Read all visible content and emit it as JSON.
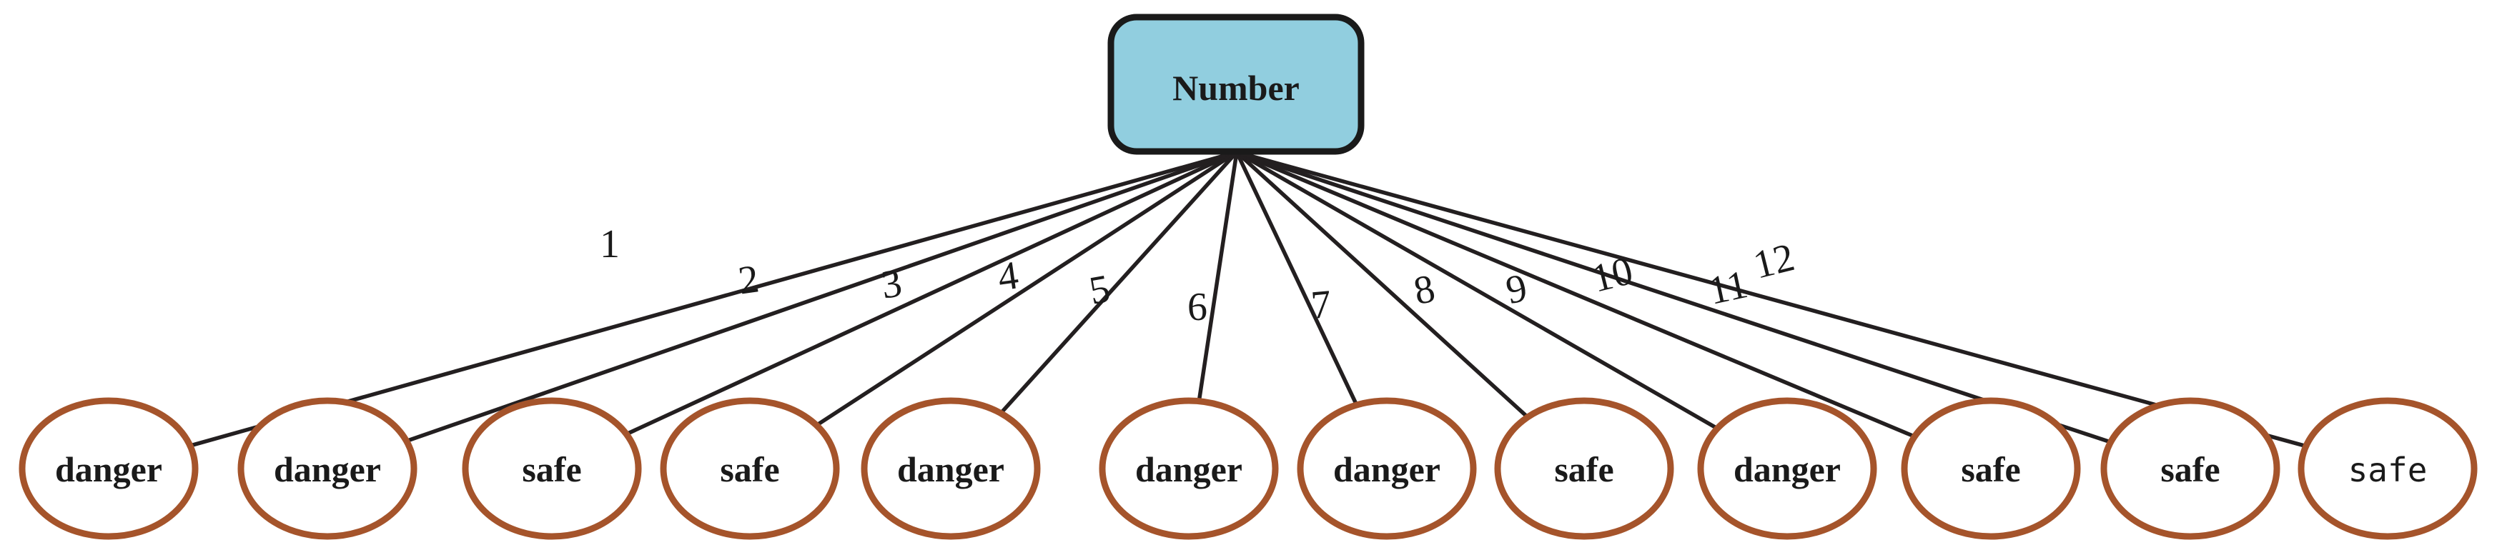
{
  "figure": {
    "type": "decision-tree",
    "root": {
      "label": "Number"
    },
    "branches": [
      {
        "edge_label": "1",
        "leaf_label": "danger"
      },
      {
        "edge_label": "2",
        "leaf_label": "danger"
      },
      {
        "edge_label": "3",
        "leaf_label": "safe"
      },
      {
        "edge_label": "4",
        "leaf_label": "safe"
      },
      {
        "edge_label": "5",
        "leaf_label": "danger"
      },
      {
        "edge_label": "6",
        "leaf_label": "danger"
      },
      {
        "edge_label": "7",
        "leaf_label": "danger"
      },
      {
        "edge_label": "8",
        "leaf_label": "safe"
      },
      {
        "edge_label": "9",
        "leaf_label": "danger"
      },
      {
        "edge_label": "10",
        "leaf_label": "safe"
      },
      {
        "edge_label": "11",
        "leaf_label": "safe"
      },
      {
        "edge_label": "12",
        "leaf_label": "safe"
      }
    ]
  },
  "colors": {
    "root_fill": "#91CEDF",
    "root_border": "#1A1A1A",
    "leaf_border": "#A5542B",
    "leaf_fill": "#FFFFFF",
    "edge_line": "#231F20",
    "text": "#1A1A1A"
  }
}
